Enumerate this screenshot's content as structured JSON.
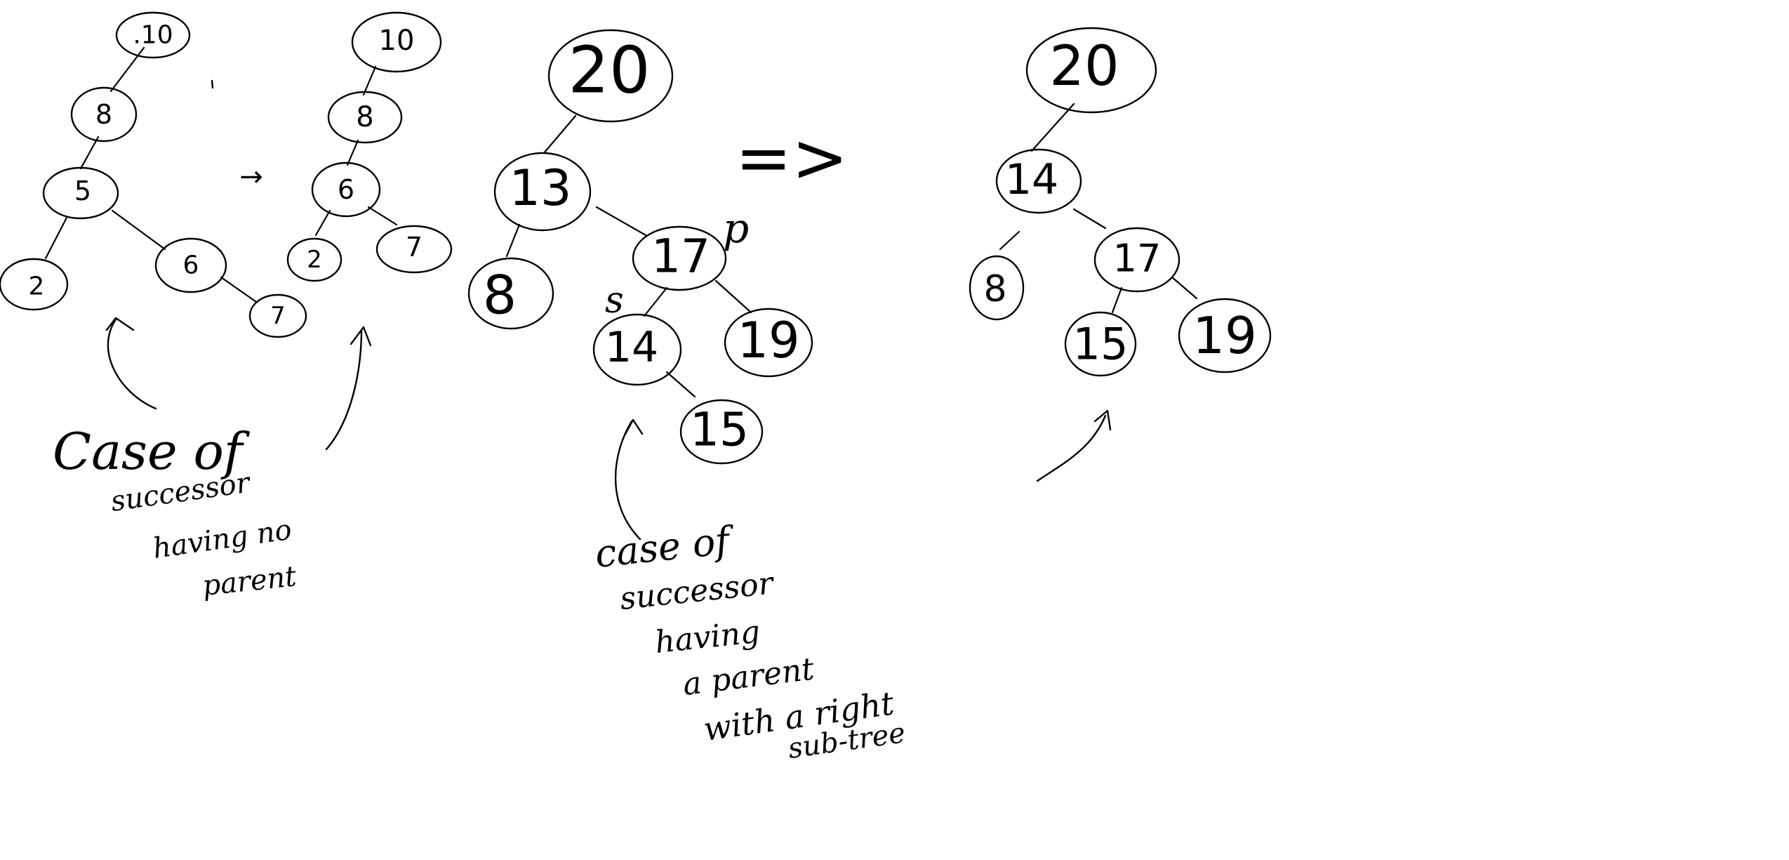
{
  "trees": [
    {
      "id": "tree1",
      "nodes": [
        {
          "id": "n10",
          "label": ".10"
        },
        {
          "id": "n8",
          "label": "8"
        },
        {
          "id": "n5",
          "label": "5"
        },
        {
          "id": "n2",
          "label": "2"
        },
        {
          "id": "n6",
          "label": "6"
        },
        {
          "id": "n7",
          "label": "7"
        }
      ]
    },
    {
      "id": "tree2",
      "nodes": [
        {
          "id": "n10",
          "label": "10"
        },
        {
          "id": "n8",
          "label": "8"
        },
        {
          "id": "n6",
          "label": "6"
        },
        {
          "id": "n2",
          "label": "2"
        },
        {
          "id": "n7",
          "label": "7"
        }
      ]
    },
    {
      "id": "tree3",
      "nodes": [
        {
          "id": "n20",
          "label": "20"
        },
        {
          "id": "n13",
          "label": "13"
        },
        {
          "id": "n8",
          "label": "8"
        },
        {
          "id": "n17",
          "label": "17"
        },
        {
          "id": "n14",
          "label": "14"
        },
        {
          "id": "n19",
          "label": "19"
        },
        {
          "id": "n15",
          "label": "15"
        }
      ],
      "marks": {
        "p": "p",
        "s": "s"
      }
    },
    {
      "id": "tree4",
      "nodes": [
        {
          "id": "n20",
          "label": "20"
        },
        {
          "id": "n14",
          "label": "14"
        },
        {
          "id": "n8",
          "label": "8"
        },
        {
          "id": "n17",
          "label": "17"
        },
        {
          "id": "n15",
          "label": "15"
        },
        {
          "id": "n19",
          "label": "19"
        }
      ]
    }
  ],
  "notes": {
    "left": [
      "Case of",
      "successor",
      "having no",
      "parent"
    ],
    "middle": [
      "case of",
      "successor",
      "having",
      "a parent",
      "with a right",
      "sub-tree"
    ]
  },
  "symbols": {
    "small_arrow": "→",
    "big_arrow": "=>"
  }
}
